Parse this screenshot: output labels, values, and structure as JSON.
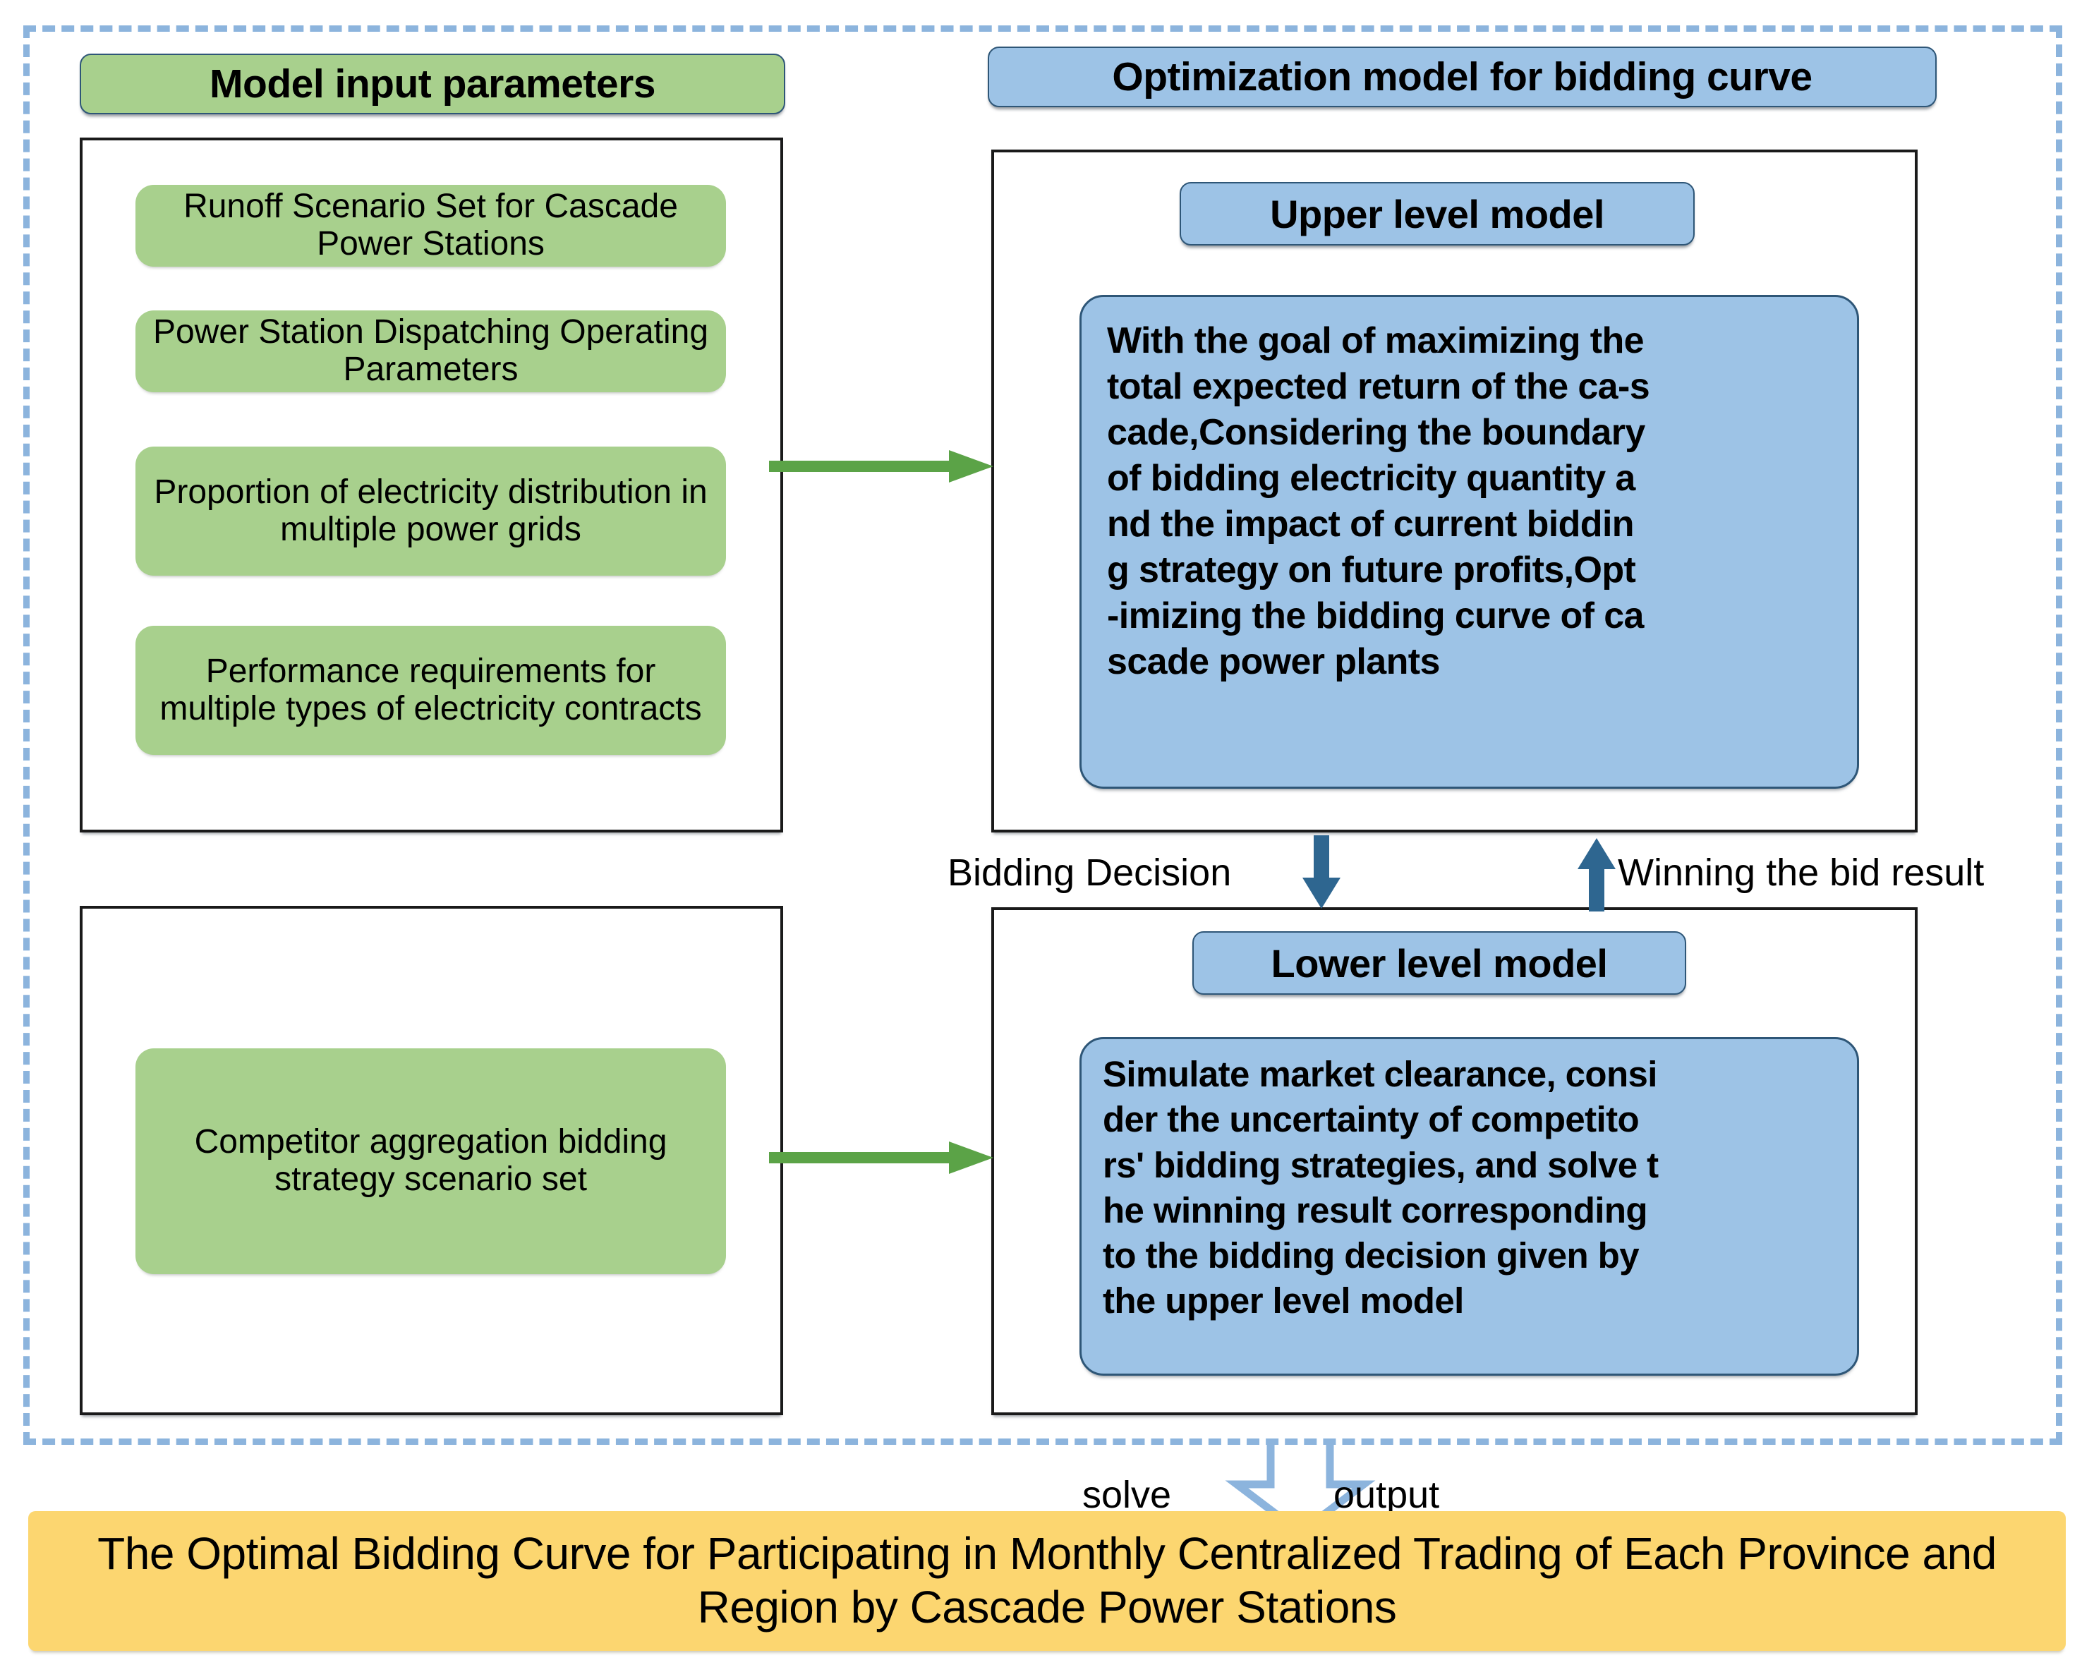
{
  "diagram": {
    "title_green_pill": "Model input parameters",
    "title_blue_pill": "Optimization model for bidding curve"
  },
  "input_panel": {
    "items": [
      "Runoff Scenario Set for Cascade Power Stations",
      "Power Station Dispatching Operating Parameters",
      "Proportion of electricity distribution in multiple power grids",
      "Performance requirements for multiple types of electricity contracts"
    ],
    "competitor_item": "Competitor aggregation bidding strategy scenario set"
  },
  "model_panel": {
    "upper": {
      "header": "Upper level model",
      "body": "With the goal of maximizing the total expected return of the ca-s cade,Considering the boundary of bidding electricity quantity a nd the impact of current biddin g strategy on future profits,Opt -imizing the bidding curve of ca scade power plants",
      "body_lines": [
        "With the goal of maximizing the",
        "total expected return of the ca-s",
        "cade,Considering the boundary",
        "of bidding electricity quantity a",
        "nd the impact of current biddin",
        "g strategy on future profits,Opt",
        "-imizing the bidding curve of ca",
        "scade power plants"
      ]
    },
    "lower": {
      "header": "Lower level model",
      "body": "Simulate market clearance, consi der the uncertainty of competito rs' bidding strategies, and solve t he winning result corresponding to the bidding decision given by the upper level model",
      "body_lines": [
        "Simulate market clearance, consi",
        "der the uncertainty of competito",
        "rs' bidding strategies, and solve t",
        "he winning result corresponding",
        "to the bidding decision given by",
        "the upper level model"
      ]
    }
  },
  "flows": {
    "down_label": "Bidding Decision",
    "up_label": "Winning the bid result",
    "solve_label": "solve",
    "output_label": "output"
  },
  "output_banner": {
    "text": "The Optimal Bidding Curve for Participating in Monthly Centralized Trading of Each Province and Region by Cascade Power Stations"
  },
  "colors": {
    "green_fill": "#a8d08d",
    "blue_fill": "#9dc3e6",
    "orange_fill": "#fcd670",
    "dashed_border": "#8cb4dd",
    "green_arrow": "#5ba347",
    "navy_arrow": "#2e6690",
    "panel_border": "#1a1a1a"
  }
}
